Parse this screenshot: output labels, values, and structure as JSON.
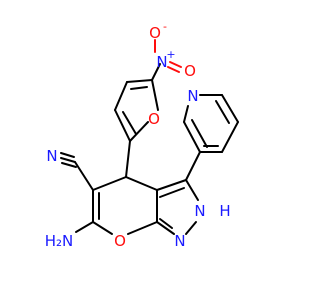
{
  "atoms": {
    "o_nitro_top": "O",
    "o_nitro_top_charge": "-",
    "n_nitro": "N",
    "n_nitro_charge": "+",
    "o_nitro_right": "O",
    "o_furan": "O",
    "n_pyridine": "N",
    "n_nitrile": "N",
    "n_pyrazole_h": "N",
    "h_pyrazole": "H",
    "n_pyrazole": "N",
    "o_pyran": "O",
    "h2n_amino": "H₂N"
  },
  "colors": {
    "bond": "#000000",
    "nitrogen": "#1a1aff",
    "oxygen": "#ff0d0d"
  }
}
